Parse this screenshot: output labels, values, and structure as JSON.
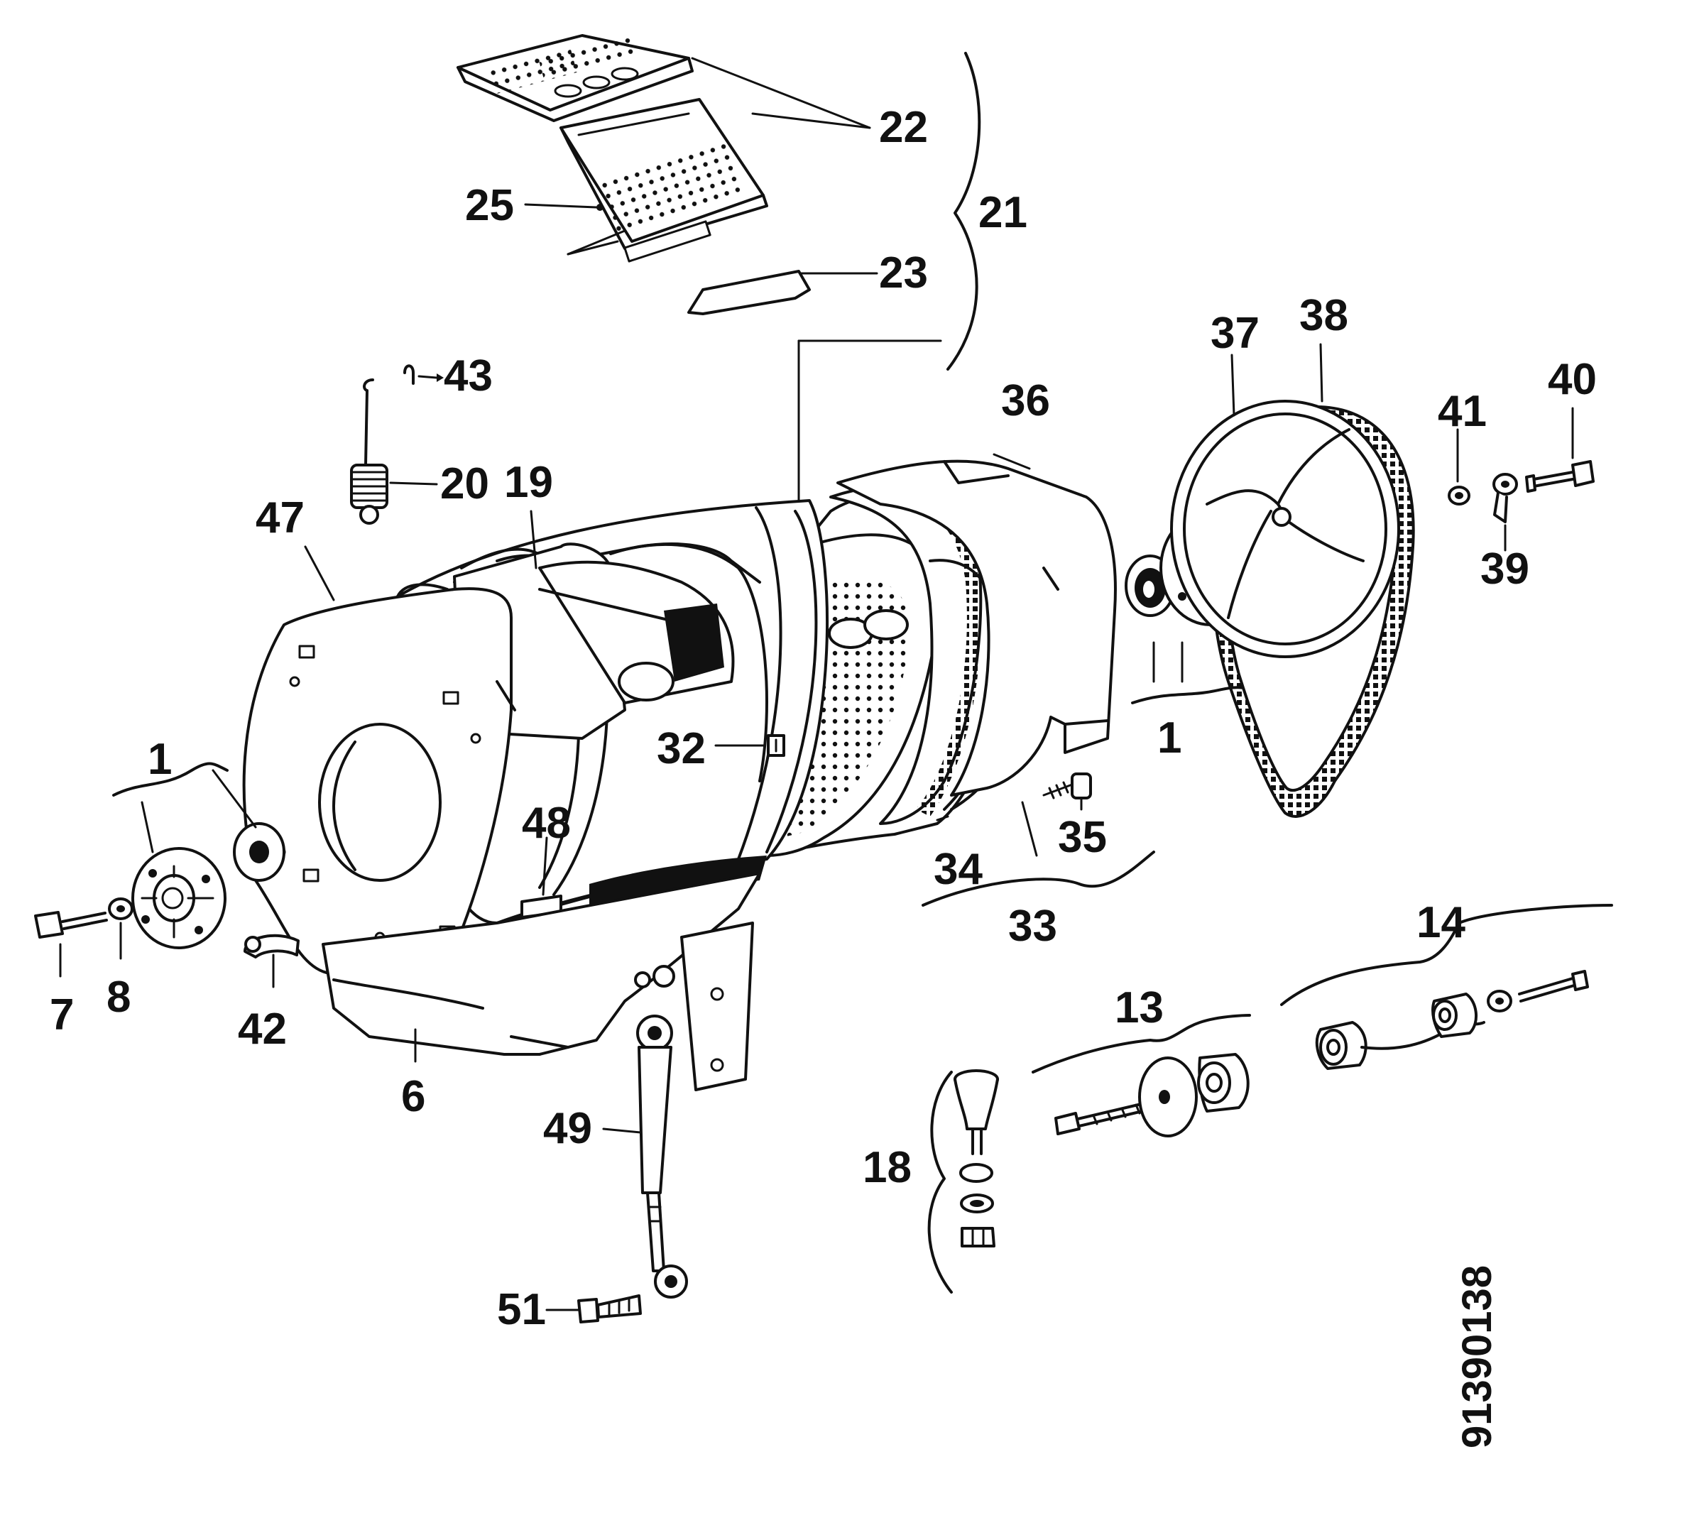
{
  "drawing_code": "91390138",
  "labels": {
    "l1a": "1",
    "l1b": "1",
    "l6": "6",
    "l7": "7",
    "l8": "8",
    "l13": "13",
    "l14": "14",
    "l18": "18",
    "l19": "19",
    "l20": "20",
    "l21": "21",
    "l22": "22",
    "l23": "23",
    "l25": "25",
    "l32": "32",
    "l33": "33",
    "l34": "34",
    "l35": "35",
    "l36": "36",
    "l37": "37",
    "l38": "38",
    "l39": "39",
    "l40": "40",
    "l41": "41",
    "l42": "42",
    "l43": "43",
    "l47": "47",
    "l48": "48",
    "l49": "49",
    "l51": "51"
  }
}
